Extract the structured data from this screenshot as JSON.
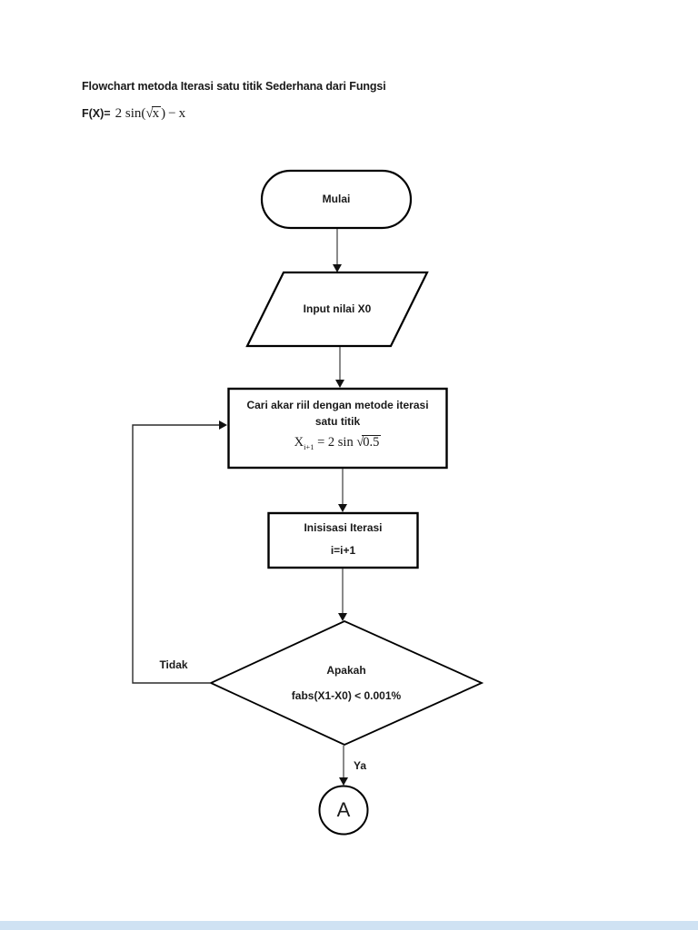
{
  "page": {
    "title": "Flowchart metoda Iterasi satu titik Sederhana dari Fungsi",
    "formula": {
      "pre": "F(X)=",
      "coef": "2 sin",
      "open": "(",
      "radical": "√",
      "radicand": "x",
      "close": ")",
      "minus": "−",
      "tail": "x"
    }
  },
  "flowchart": {
    "start_label": "Mulai",
    "input_label": "Input nilai X0",
    "process": {
      "line1": "Cari akar riil dengan metode iterasi",
      "line2": "satu titik",
      "formula": {
        "var": "X",
        "sub": "i+1",
        "eq": " = 2 sin ",
        "radical": "√",
        "radicand": "0.5"
      }
    },
    "init": {
      "line1": "Inisisasi Iterasi",
      "line2": "i=i+1"
    },
    "decision": {
      "line1": "Apakah",
      "line2": "fabs(X1-X0) < 0.001%"
    },
    "no_label": "Tidak",
    "yes_label": "Ya",
    "connector_label": "A"
  },
  "colors": {
    "ink": "#1a1a1a",
    "shape_border": "#000000",
    "connector_line": "#4a4a4a",
    "footer_bar": "#cfe2f3"
  }
}
